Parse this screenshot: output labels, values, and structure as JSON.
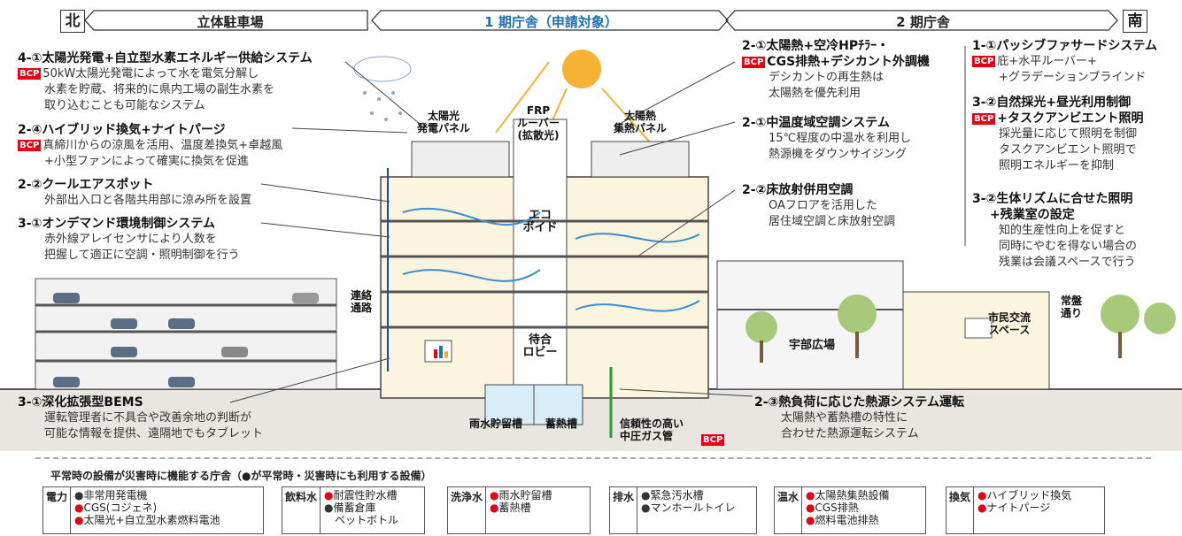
{
  "header": {
    "north": "北",
    "south": "南",
    "sections": [
      "立体駐車場",
      "1 期庁舎（申請対象）",
      "2 期庁舎"
    ]
  },
  "bcp_tag": "BCP",
  "left_annotations": [
    {
      "title": "4-①太陽光発電+自立型水素エネルギー供給システム",
      "bcp": true,
      "lines": [
        "50kW太陽光発電によって水を電気分解し",
        "水素を貯蔵、将来的に県内工場の副生水素を",
        "取り込むことも可能なシステム"
      ]
    },
    {
      "title": "2-④ハイブリッド換気+ナイトパージ",
      "bcp": true,
      "lines": [
        "真締川からの涼風を活用、温度差換気+卓越風",
        "+小型ファンによって確実に換気を促進"
      ]
    },
    {
      "title": "2-②クールエアスポット",
      "bcp": false,
      "lines": [
        "外部出入口と各階共用部に涼み所を設置"
      ]
    },
    {
      "title": "3-①オンデマンド環境制御システム",
      "bcp": false,
      "lines": [
        "赤外線アレイセンサにより人数を",
        "把握して適正に空調・照明制御を行う"
      ]
    },
    {
      "title": "3-①深化拡張型BEMS",
      "bcp": false,
      "lines": [
        "運転管理者に不具合や改善余地の判断が",
        "可能な情報を提供、遠隔地でもタブレット"
      ]
    }
  ],
  "mid_annotations": [
    {
      "title": "2-①太陽熱+空冷HPﾁﾗｰ・",
      "title2": "CGS排熱+デシカント外調機",
      "bcp": true,
      "lines": [
        "デシカントの再生熱は",
        "太陽熱を優先利用"
      ]
    },
    {
      "title": "2-①中温度域空調システム",
      "bcp": false,
      "lines": [
        "15℃程度の中温水を利用し",
        "熱源機をダウンサイジング"
      ]
    },
    {
      "title": "2-②床放射併用空調",
      "bcp": false,
      "lines": [
        "OAフロアを活用した",
        "居住域空調と床放射空調"
      ]
    },
    {
      "title": "2-③熱負荷に応じた熱源システム運転",
      "bcp": false,
      "lines": [
        "太陽熱や蓄熱槽の特性に",
        "合わせた熱源運転システム"
      ]
    }
  ],
  "right_annotations": [
    {
      "title": "1-①パッシブファサードシステム",
      "bcp": true,
      "lines": [
        "庇+水平ルーバー+",
        "+グラデーションブラインド"
      ]
    },
    {
      "title": "3-②自然採光+昼光利用制御",
      "title2": "+タスクアンビエント照明",
      "bcp": true,
      "lines": [
        "採光量に応じて照明を制御",
        "タスクアンビエント照明で",
        "照明エネルギーを抑制"
      ]
    },
    {
      "title": "3-②生体リズムに合せた照明",
      "title2": "+残業室の設定",
      "bcp": false,
      "lines": [
        "知的生産性向上を促すと",
        "同時にやむを得ない場合の",
        "残業は会議スペースで行う"
      ]
    }
  ],
  "diagram_labels": {
    "solar_panel": "太陽光\n発電パネル",
    "frp": "FRP\nルーバー\n(拡散光)",
    "solar_heat": "太陽熱\n集熱パネル",
    "eco_void": "エコ\nボイド",
    "corridor": "連絡\n通路",
    "lobby": "待合\nロビー",
    "plaza": "宇部広場",
    "civic": "市民交流\nスペース",
    "street": "常盤\n通り",
    "rain_tank": "雨水貯留槽",
    "heat_tank": "蓄熱槽",
    "gas_pipe": "信頼性の高い\n中圧ガス管"
  },
  "legend": {
    "title": "平常時の設備が災害時に機能する庁舎（●が平常時・災害時にも利用する設備）",
    "groups": [
      {
        "name": "電力",
        "items": [
          {
            "red": false,
            "text": "非常用発電機"
          },
          {
            "red": true,
            "text": "CGS(コジェネ)"
          },
          {
            "red": true,
            "text": "太陽光+自立型水素燃料電池"
          }
        ]
      },
      {
        "name": "飲料水",
        "items": [
          {
            "red": true,
            "text": "耐震性貯水槽"
          },
          {
            "red": false,
            "text": "備蓄倉庫"
          },
          {
            "red": null,
            "text": "ペットボトル"
          }
        ]
      },
      {
        "name": "洗浄水",
        "items": [
          {
            "red": true,
            "text": "雨水貯留槽"
          },
          {
            "red": true,
            "text": "蓄熱槽"
          }
        ]
      },
      {
        "name": "排水",
        "items": [
          {
            "red": false,
            "text": "緊急汚水槽"
          },
          {
            "red": false,
            "text": "マンホールトイレ"
          }
        ]
      },
      {
        "name": "温水",
        "items": [
          {
            "red": true,
            "text": "太陽熱集熱設備"
          },
          {
            "red": true,
            "text": "CGS排熱"
          },
          {
            "red": true,
            "text": "燃料電池排熱"
          }
        ]
      },
      {
        "name": "換気",
        "items": [
          {
            "red": true,
            "text": "ハイブリッド換気"
          },
          {
            "red": true,
            "text": "ナイトパージ"
          }
        ]
      }
    ]
  },
  "colors": {
    "bcp": "#e60012",
    "accent_blue": "#1a6fb5",
    "sun": "#f6b234",
    "airflow": "#3a8fd0"
  }
}
